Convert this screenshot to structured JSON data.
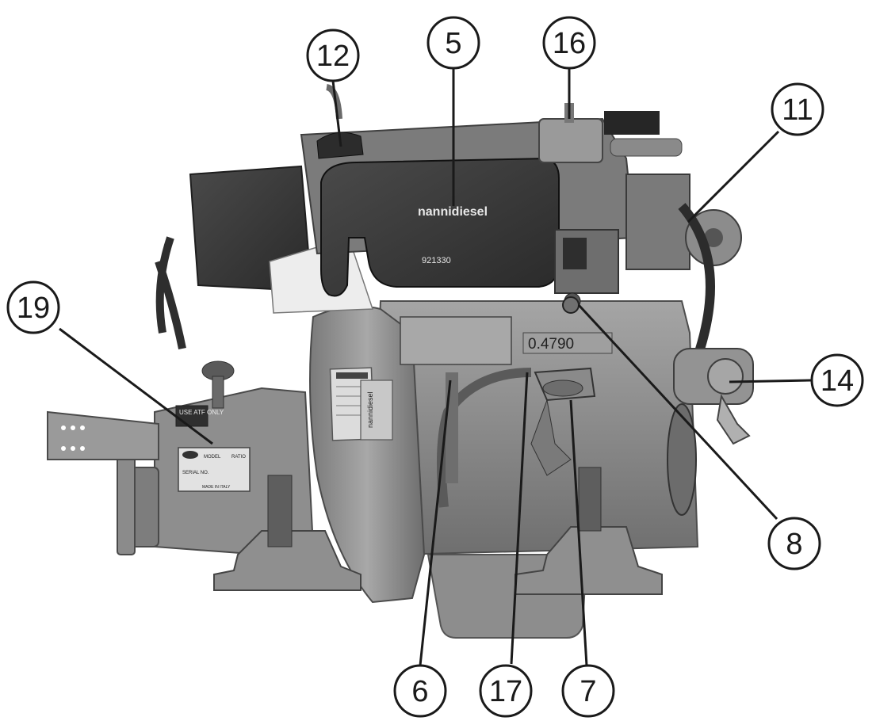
{
  "callouts": [
    {
      "id": "12",
      "label": "12"
    },
    {
      "id": "5",
      "label": "5"
    },
    {
      "id": "16",
      "label": "16"
    },
    {
      "id": "11",
      "label": "11"
    },
    {
      "id": "19",
      "label": "19"
    },
    {
      "id": "14",
      "label": "14"
    },
    {
      "id": "8",
      "label": "8"
    },
    {
      "id": "6",
      "label": "6"
    },
    {
      "id": "17",
      "label": "17"
    },
    {
      "id": "7",
      "label": "7"
    }
  ],
  "engine_markings": {
    "air_box_logo": "nannidiesel",
    "air_box_code": "921330",
    "block_serial": "0.4790",
    "gearbox_tag": "USE ATF ONLY",
    "gearbox_model": "MODEL",
    "gearbox_ratio": "RATIO",
    "gearbox_serial": "SERIAL NO.",
    "gearbox_origin": "MADE IN ITALY",
    "block_plate_logo": "nannidiesel"
  },
  "colors": {
    "engine_body": "#8a8a8a",
    "engine_dark": "#3c3c3c",
    "engine_light": "#b5b5b5",
    "callout_stroke": "#1a1a1a",
    "background": "#ffffff"
  }
}
